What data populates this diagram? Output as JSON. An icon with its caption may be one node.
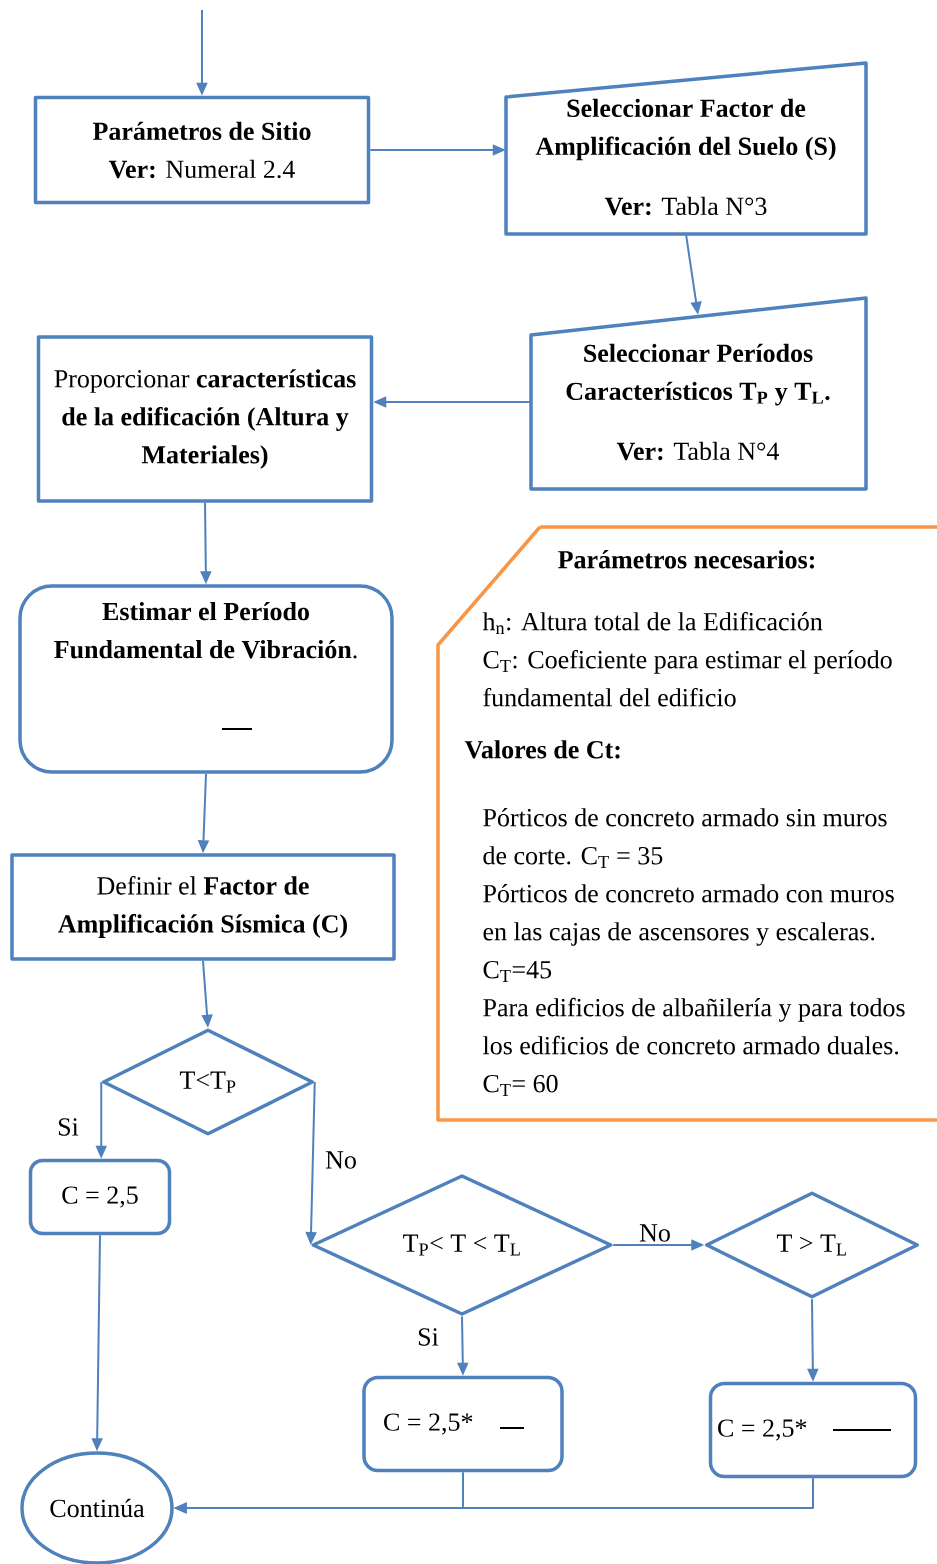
{
  "diagram": {
    "nodes": [
      {
        "text": [
          "Parámetros de Sitio",
          "**Ver:** Numeral 2.4"
        ]
      },
      {
        "text": [
          "Seleccionar Factor de Amplificación del Suelo (S)",
          "**Ver:** Tabla N°3"
        ]
      },
      {
        "text": [
          "Seleccionar Períodos Característicos T$_{P}$ y T$_{L}$.",
          "**Ver:** Tabla N°4"
        ]
      },
      {
        "text": [
          "Proporcionar **características de la edificación (Altura y Materiales)**"
        ]
      },
      {
        "text": [
          "**Estimar el Período Fundamental de Vibración**."
        ]
      },
      {
        "text": [
          "Definir el **Factor de Amplificación Sísmica (C)**"
        ]
      },
      {
        "text": [
          "T<T$_{P}$"
        ]
      },
      {
        "text": [
          "C = 2,5"
        ]
      },
      {
        "text": [
          "T$_{P}$< T < T$_{L}$"
        ]
      },
      {
        "text": [
          "T > T$_{L}$"
        ]
      },
      {
        "text": [
          "C = 2,5*"
        ]
      },
      {
        "text": [
          "C = 2,5*"
        ]
      },
      {
        "text": [
          "Continúa"
        ]
      },
      {
        "text": [
          "Parámetros necesarios:",
          "h$_{n}$: Altura total de la Edificación",
          "C$_{T}$: Coeficiente para estimar el período fundamental del edificio",
          "Valores de Ct:",
          "Pórticos de concreto armado sin muros de corte. C$_{T}$ = 35",
          "Pórticos de concreto armado con muros en las cajas de ascensores y escaleras. C$_{T}$=45",
          "Para edificios de albañilería y para todos los edificios de concreto armado duales. C$_{T}$= 60"
        ]
      }
    ],
    "edges": [
      {
        "from": null,
        "to": 0,
        "arrow": "to"
      },
      {
        "from": 0,
        "to": 1,
        "arrow": "to"
      },
      {
        "from": 1,
        "to": 2,
        "arrow": "to"
      },
      {
        "from": 2,
        "to": 3,
        "arrow": "to"
      },
      {
        "from": 3,
        "to": 4,
        "arrow": "to"
      },
      {
        "from": 4,
        "to": 5,
        "arrow": "to"
      },
      {
        "from": 5,
        "to": 6,
        "arrow": "to"
      },
      {
        "from": 6,
        "to": 7,
        "arrow": "to",
        "label": "Si"
      },
      {
        "from": 6,
        "to": 8,
        "arrow": "to",
        "label": "No"
      },
      {
        "from": 8,
        "to": 9,
        "arrow": "to",
        "label": "No"
      },
      {
        "from": 8,
        "to": 10,
        "arrow": "to",
        "label": "Si"
      },
      {
        "from": 9,
        "to": 11,
        "arrow": "to"
      },
      {
        "from": 7,
        "to": 12,
        "arrow": "to"
      },
      {
        "from": 10,
        "to": 12,
        "arrow": "to"
      },
      {
        "from": 11,
        "to": 12,
        "arrow": "to"
      }
    ]
  }
}
